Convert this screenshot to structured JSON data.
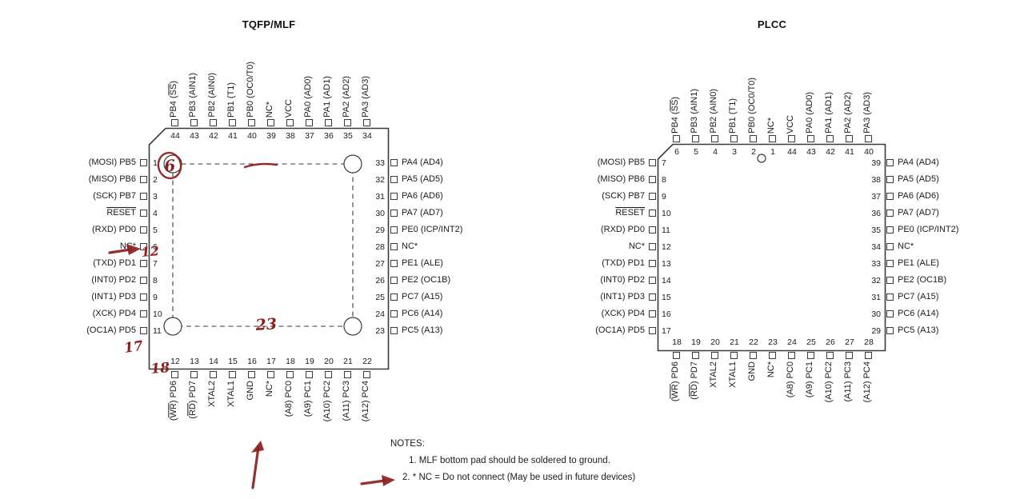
{
  "notes": {
    "heading": "NOTES:",
    "items": [
      "1. MLF bottom pad should be soldered to ground.",
      "2. * NC = Do not connect (May be used in future devices)"
    ]
  },
  "packages": {
    "tqfp": {
      "title": "TQFP/MLF",
      "sides": {
        "top": [
          {
            "n": "44",
            "label": [
              [
                "PB4 (",
                0
              ],
              [
                "SS",
                1
              ],
              [
                ")",
                0
              ]
            ]
          },
          {
            "n": "43",
            "label": [
              [
                "PB3 (AIN1)",
                0
              ]
            ]
          },
          {
            "n": "42",
            "label": [
              [
                "PB2 (AIN0)",
                0
              ]
            ]
          },
          {
            "n": "41",
            "label": [
              [
                "PB1 (T1)",
                0
              ]
            ]
          },
          {
            "n": "40",
            "label": [
              [
                "PB0 (OC0/T0)",
                0
              ]
            ]
          },
          {
            "n": "39",
            "label": [
              [
                "NC*",
                0
              ]
            ]
          },
          {
            "n": "38",
            "label": [
              [
                "VCC",
                0
              ]
            ]
          },
          {
            "n": "37",
            "label": [
              [
                "PA0 (AD0)",
                0
              ]
            ]
          },
          {
            "n": "36",
            "label": [
              [
                "PA1 (AD1)",
                0
              ]
            ]
          },
          {
            "n": "35",
            "label": [
              [
                "PA2 (AD2)",
                0
              ]
            ]
          },
          {
            "n": "34",
            "label": [
              [
                "PA3 (AD3)",
                0
              ]
            ]
          }
        ],
        "left": [
          {
            "n": "1",
            "label": [
              [
                "(MOSI) PB5",
                0
              ]
            ]
          },
          {
            "n": "2",
            "label": [
              [
                "(MISO) PB6",
                0
              ]
            ]
          },
          {
            "n": "3",
            "label": [
              [
                "(SCK) PB7",
                0
              ]
            ]
          },
          {
            "n": "4",
            "label": [
              [
                "RESET",
                1
              ]
            ]
          },
          {
            "n": "5",
            "label": [
              [
                "(RXD) PD0",
                0
              ]
            ]
          },
          {
            "n": "6",
            "label": [
              [
                "NC*",
                0
              ]
            ]
          },
          {
            "n": "7",
            "label": [
              [
                "(TXD) PD1",
                0
              ]
            ]
          },
          {
            "n": "8",
            "label": [
              [
                "(INT0) PD2",
                0
              ]
            ]
          },
          {
            "n": "9",
            "label": [
              [
                "(INT1) PD3",
                0
              ]
            ]
          },
          {
            "n": "10",
            "label": [
              [
                "(XCK) PD4",
                0
              ]
            ]
          },
          {
            "n": "11",
            "label": [
              [
                "(OC1A) PD5",
                0
              ]
            ]
          }
        ],
        "right": [
          {
            "n": "33",
            "label": [
              [
                "PA4 (AD4)",
                0
              ]
            ]
          },
          {
            "n": "32",
            "label": [
              [
                "PA5 (AD5)",
                0
              ]
            ]
          },
          {
            "n": "31",
            "label": [
              [
                "PA6 (AD6)",
                0
              ]
            ]
          },
          {
            "n": "30",
            "label": [
              [
                "PA7 (AD7)",
                0
              ]
            ]
          },
          {
            "n": "29",
            "label": [
              [
                "PE0 (ICP/INT2)",
                0
              ]
            ]
          },
          {
            "n": "28",
            "label": [
              [
                "NC*",
                0
              ]
            ]
          },
          {
            "n": "27",
            "label": [
              [
                "PE1 (ALE)",
                0
              ]
            ]
          },
          {
            "n": "26",
            "label": [
              [
                "PE2 (OC1B)",
                0
              ]
            ]
          },
          {
            "n": "25",
            "label": [
              [
                "PC7 (A15)",
                0
              ]
            ]
          },
          {
            "n": "24",
            "label": [
              [
                "PC6 (A14)",
                0
              ]
            ]
          },
          {
            "n": "23",
            "label": [
              [
                "PC5 (A13)",
                0
              ]
            ]
          }
        ],
        "bottom": [
          {
            "n": "12",
            "label": [
              [
                "(",
                0
              ],
              [
                "WR",
                1
              ],
              [
                ") PD6",
                0
              ]
            ]
          },
          {
            "n": "13",
            "label": [
              [
                "(",
                0
              ],
              [
                "RD",
                1
              ],
              [
                ") PD7",
                0
              ]
            ]
          },
          {
            "n": "14",
            "label": [
              [
                "XTAL2",
                0
              ]
            ]
          },
          {
            "n": "15",
            "label": [
              [
                "XTAL1",
                0
              ]
            ]
          },
          {
            "n": "16",
            "label": [
              [
                "GND",
                0
              ]
            ]
          },
          {
            "n": "17",
            "label": [
              [
                "NC*",
                0
              ]
            ]
          },
          {
            "n": "18",
            "label": [
              [
                "(A8) PC0",
                0
              ]
            ]
          },
          {
            "n": "19",
            "label": [
              [
                "(A9) PC1",
                0
              ]
            ]
          },
          {
            "n": "20",
            "label": [
              [
                "(A10) PC2",
                0
              ]
            ]
          },
          {
            "n": "21",
            "label": [
              [
                "(A11) PC3",
                0
              ]
            ]
          },
          {
            "n": "22",
            "label": [
              [
                "(A12) PC4",
                0
              ]
            ]
          }
        ]
      }
    },
    "plcc": {
      "title": "PLCC",
      "sides": {
        "top": [
          {
            "n": "6",
            "label": [
              [
                "PB4 (",
                0
              ],
              [
                "SS",
                1
              ],
              [
                ")",
                0
              ]
            ]
          },
          {
            "n": "5",
            "label": [
              [
                "PB3 (AIN1)",
                0
              ]
            ]
          },
          {
            "n": "4",
            "label": [
              [
                "PB2 (AIN0)",
                0
              ]
            ]
          },
          {
            "n": "3",
            "label": [
              [
                "PB1 (T1)",
                0
              ]
            ]
          },
          {
            "n": "2",
            "label": [
              [
                "PB0 (OC0/T0)",
                0
              ]
            ]
          },
          {
            "n": "1",
            "ind": true,
            "label": [
              [
                "NC*",
                0
              ]
            ]
          },
          {
            "n": "44",
            "label": [
              [
                "VCC",
                0
              ]
            ]
          },
          {
            "n": "43",
            "label": [
              [
                "PA0 (AD0)",
                0
              ]
            ]
          },
          {
            "n": "42",
            "label": [
              [
                "PA1 (AD1)",
                0
              ]
            ]
          },
          {
            "n": "41",
            "label": [
              [
                "PA2 (AD2)",
                0
              ]
            ]
          },
          {
            "n": "40",
            "label": [
              [
                "PA3 (AD3)",
                0
              ]
            ]
          }
        ],
        "left": [
          {
            "n": "7",
            "label": [
              [
                "(MOSI) PB5",
                0
              ]
            ]
          },
          {
            "n": "8",
            "label": [
              [
                "(MISO) PB6",
                0
              ]
            ]
          },
          {
            "n": "9",
            "label": [
              [
                "(SCK) PB7",
                0
              ]
            ]
          },
          {
            "n": "10",
            "label": [
              [
                "RESET",
                1
              ]
            ]
          },
          {
            "n": "11",
            "label": [
              [
                "(RXD) PD0",
                0
              ]
            ]
          },
          {
            "n": "12",
            "label": [
              [
                "NC*",
                0
              ]
            ]
          },
          {
            "n": "13",
            "label": [
              [
                "(TXD) PD1",
                0
              ]
            ]
          },
          {
            "n": "14",
            "label": [
              [
                "(INT0) PD2",
                0
              ]
            ]
          },
          {
            "n": "15",
            "label": [
              [
                "(INT1) PD3",
                0
              ]
            ]
          },
          {
            "n": "16",
            "label": [
              [
                "(XCK) PD4",
                0
              ]
            ]
          },
          {
            "n": "17",
            "label": [
              [
                "(OC1A) PD5",
                0
              ]
            ]
          }
        ],
        "right": [
          {
            "n": "39",
            "label": [
              [
                "PA4 (AD4)",
                0
              ]
            ]
          },
          {
            "n": "38",
            "label": [
              [
                "PA5 (AD5)",
                0
              ]
            ]
          },
          {
            "n": "37",
            "label": [
              [
                "PA6 (AD6)",
                0
              ]
            ]
          },
          {
            "n": "36",
            "label": [
              [
                "PA7 (AD7)",
                0
              ]
            ]
          },
          {
            "n": "35",
            "label": [
              [
                "PE0 (ICP/INT2)",
                0
              ]
            ]
          },
          {
            "n": "34",
            "label": [
              [
                "NC*",
                0
              ]
            ]
          },
          {
            "n": "33",
            "label": [
              [
                "PE1 (ALE)",
                0
              ]
            ]
          },
          {
            "n": "32",
            "label": [
              [
                "PE2 (OC1B)",
                0
              ]
            ]
          },
          {
            "n": "31",
            "label": [
              [
                "PC7 (A15)",
                0
              ]
            ]
          },
          {
            "n": "30",
            "label": [
              [
                "PC6 (A14)",
                0
              ]
            ]
          },
          {
            "n": "29",
            "label": [
              [
                "PC5 (A13)",
                0
              ]
            ]
          }
        ],
        "bottom": [
          {
            "n": "18",
            "label": [
              [
                "(",
                0
              ],
              [
                "WR",
                1
              ],
              [
                ") PD6",
                0
              ]
            ]
          },
          {
            "n": "19",
            "label": [
              [
                "(",
                0
              ],
              [
                "RD",
                1
              ],
              [
                ") PD7",
                0
              ]
            ]
          },
          {
            "n": "20",
            "label": [
              [
                "XTAL2",
                0
              ]
            ]
          },
          {
            "n": "21",
            "label": [
              [
                "XTAL1",
                0
              ]
            ]
          },
          {
            "n": "22",
            "label": [
              [
                "GND",
                0
              ]
            ]
          },
          {
            "n": "23",
            "label": [
              [
                "NC*",
                0
              ]
            ]
          },
          {
            "n": "24",
            "label": [
              [
                "(A8) PC0",
                0
              ]
            ]
          },
          {
            "n": "25",
            "label": [
              [
                "(A9) PC1",
                0
              ]
            ]
          },
          {
            "n": "26",
            "label": [
              [
                "(A10) PC2",
                0
              ]
            ]
          },
          {
            "n": "27",
            "label": [
              [
                "(A11) PC3",
                0
              ]
            ]
          },
          {
            "n": "28",
            "label": [
              [
                "(A12) PC4",
                0
              ]
            ]
          }
        ]
      }
    }
  },
  "annotations": {
    "color": "#8b1e1e",
    "items": [
      {
        "id": "circled-six",
        "text": "6"
      },
      {
        "id": "twelve",
        "text": "12"
      },
      {
        "id": "twenty-three",
        "text": "23"
      },
      {
        "id": "seventeen",
        "text": "17"
      },
      {
        "id": "eighteen",
        "text": "18"
      }
    ],
    "marks": [
      "oval-around-six",
      "dash-stroke-over-pad-outline",
      "arrow-pointing-to-nc-pin6",
      "arrow-pointing-to-nc-bottom-label",
      "arrow-pointing-to-note-2"
    ]
  }
}
